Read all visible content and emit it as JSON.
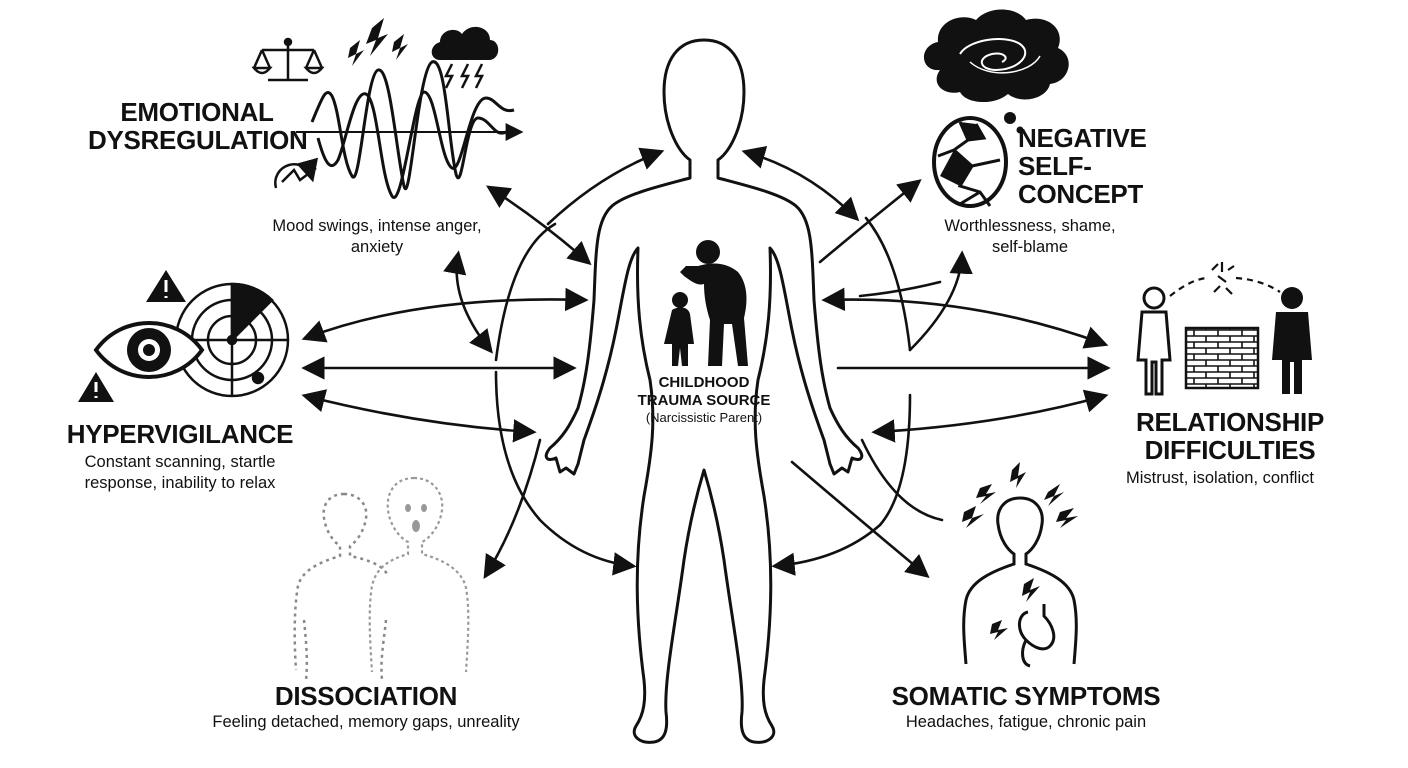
{
  "center": {
    "line1": "CHILDHOOD",
    "line2": "TRAUMA SOURCE",
    "line3": "(Narcissistic Parent)"
  },
  "symptoms": {
    "emotional": {
      "title_line1": "EMOTIONAL",
      "title_line2": "DYSREGULATION",
      "desc_line1": "Mood swings, intense anger,",
      "desc_line2": "anxiety"
    },
    "negative_self": {
      "title_line1": "NEGATIVE",
      "title_line2": "SELF-",
      "title_line3": "CONCEPT",
      "desc_line1": "Worthlessness, shame,",
      "desc_line2": "self-blame"
    },
    "hypervigilance": {
      "title": "HYPERVIGILANCE",
      "desc_line1": "Constant scanning, startle",
      "desc_line2": "response, inability to relax"
    },
    "relationship": {
      "title_line1": "RELATIONSHIP",
      "title_line2": "DIFFICULTIES",
      "desc": "Mistrust, isolation, conflict"
    },
    "dissociation": {
      "title": "DISSOCIATION",
      "desc": "Feeling detached, memory gaps, unreality"
    },
    "somatic": {
      "title": "SOMATIC SYMPTOMS",
      "desc": "Headaches, fatigue, chronic pain"
    }
  },
  "icons": {
    "emotional": [
      "scales-icon",
      "wave-icon",
      "lightning-icon",
      "storm-cloud-icon",
      "cycle-arrow-icon"
    ],
    "negative_self": [
      "thought-cloud-icon",
      "cracked-mirror-icon"
    ],
    "hypervigilance": [
      "eye-icon",
      "radar-icon",
      "warning-icon"
    ],
    "relationship": [
      "person-icon",
      "wall-icon",
      "broken-link-icon"
    ],
    "dissociation": [
      "dotted-figure-icon",
      "ghost-face-icon"
    ],
    "somatic": [
      "headache-figure-icon",
      "stomach-icon"
    ]
  },
  "colors": {
    "ink": "#111111",
    "background": "#ffffff",
    "faded": "#9a9a9a"
  }
}
